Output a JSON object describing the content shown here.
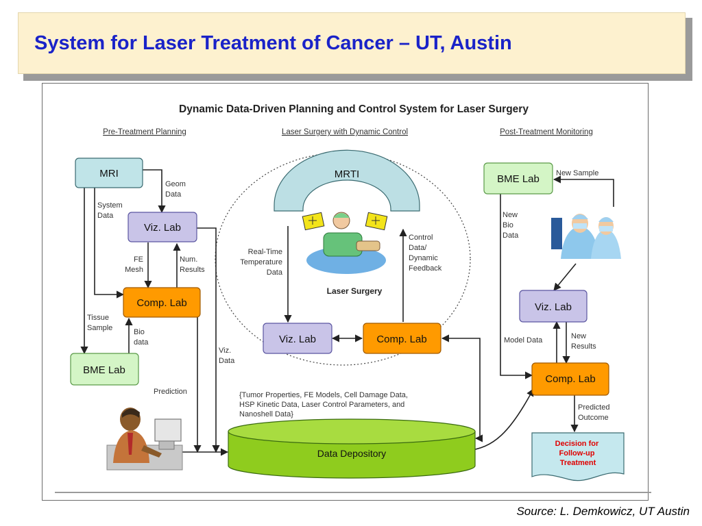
{
  "title": "System for Laser Treatment of Cancer – UT, Austin",
  "source": "Source: L. Demkowicz, UT Austin",
  "colors": {
    "title_text": "#1a23c8",
    "title_bg": "#fdf1cf",
    "node_blue": "#c0e4e8",
    "node_purple": "#c9c4e8",
    "node_orange": "#ff9a00",
    "node_green": "#d4f5c6",
    "depository_green": "#8fcc1e",
    "decision_bg": "#c5e8ee",
    "decision_text": "#e00000"
  },
  "diagram": {
    "heading": "Dynamic Data-Driven Planning and Control System for Laser Surgery",
    "sections": {
      "pre": "Pre-Treatment Planning",
      "surgery": "Laser Surgery with Dynamic Control",
      "post": "Post-Treatment Monitoring"
    },
    "nodes": {
      "mri": "MRI",
      "viz_pre": "Viz. Lab",
      "comp_pre": "Comp. Lab",
      "bme_pre": "BME Lab",
      "mrti": "MRTI",
      "laser_surgery": "Laser Surgery",
      "viz_surg": "Viz. Lab",
      "comp_surg": "Comp. Lab",
      "bme_post": "BME Lab",
      "viz_post": "Viz. Lab",
      "comp_post": "Comp. Lab",
      "depository": "Data Depository",
      "decision": [
        "Decision for",
        "Follow-up",
        "Treatment"
      ]
    },
    "labels": {
      "geom": [
        "Geom",
        "Data"
      ],
      "system": [
        "System",
        "Data"
      ],
      "fe_mesh": [
        "FE",
        "Mesh"
      ],
      "num_results": [
        "Num.",
        "Results"
      ],
      "tissue": [
        "Tissue",
        "Sample"
      ],
      "bio": [
        "Bio",
        "data"
      ],
      "prediction": "Prediction",
      "viz_data": [
        "Viz.",
        "Data"
      ],
      "realtime": [
        "Real-Time",
        "Temperature",
        "Data"
      ],
      "control": [
        "Control",
        "Data/",
        "Dynamic",
        "Feedback"
      ],
      "new_sample": "New Sample",
      "new_bio": [
        "New",
        "Bio",
        "Data"
      ],
      "model_data": "Model Data",
      "new_results": [
        "New",
        "Results"
      ],
      "predicted": [
        "Predicted",
        "Outcome"
      ],
      "depo_contents": [
        "{Tumor Properties, FE Models, Cell Damage Data,",
        "HSP Kinetic Data, Laser Control Parameters, and",
        "Nanoshell Data}"
      ]
    }
  }
}
